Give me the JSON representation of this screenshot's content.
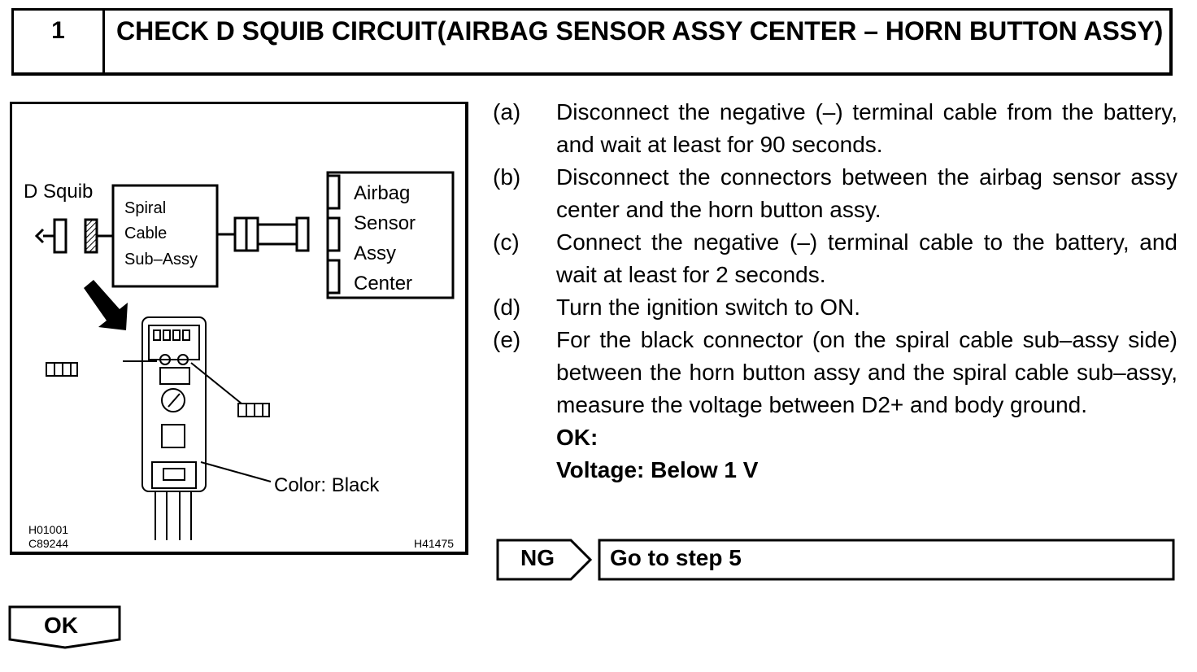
{
  "header": {
    "step_number": "1",
    "title": "CHECK D SQUIB CIRCUIT(AIRBAG SENSOR ASSY CENTER – HORN BUTTON ASSY)"
  },
  "figure": {
    "d_squib": "D Squib",
    "spiral_1": "Spiral",
    "spiral_2": "Cable",
    "spiral_3": "Sub–Assy",
    "sensor_1": "Airbag",
    "sensor_2": "Sensor",
    "sensor_3": "Assy",
    "sensor_4": "Center",
    "color_label": "Color: Black",
    "code_1": "H01001",
    "code_2": "C89244",
    "code_3": "H41475"
  },
  "steps": [
    {
      "label": "(a)",
      "text": "Disconnect the negative (–) terminal cable from the battery, and wait at least for 90 seconds."
    },
    {
      "label": "(b)",
      "text": "Disconnect the connectors between the airbag sensor assy center and the horn button assy."
    },
    {
      "label": "(c)",
      "text": "Connect the negative (–) terminal cable to the battery, and wait at least for 2 seconds."
    },
    {
      "label": "(d)",
      "text": "Turn the ignition switch to ON."
    },
    {
      "label": "(e)",
      "text": "For the black connector (on the spiral cable sub–assy side) between the horn button assy and the spiral cable sub–assy, measure the voltage between D2+ and body ground."
    }
  ],
  "spec": {
    "ok_line": "OK:",
    "voltage_line": "Voltage: Below 1 V"
  },
  "ng": {
    "label": "NG",
    "result": "Go to step 5"
  },
  "ok": {
    "label": "OK"
  }
}
